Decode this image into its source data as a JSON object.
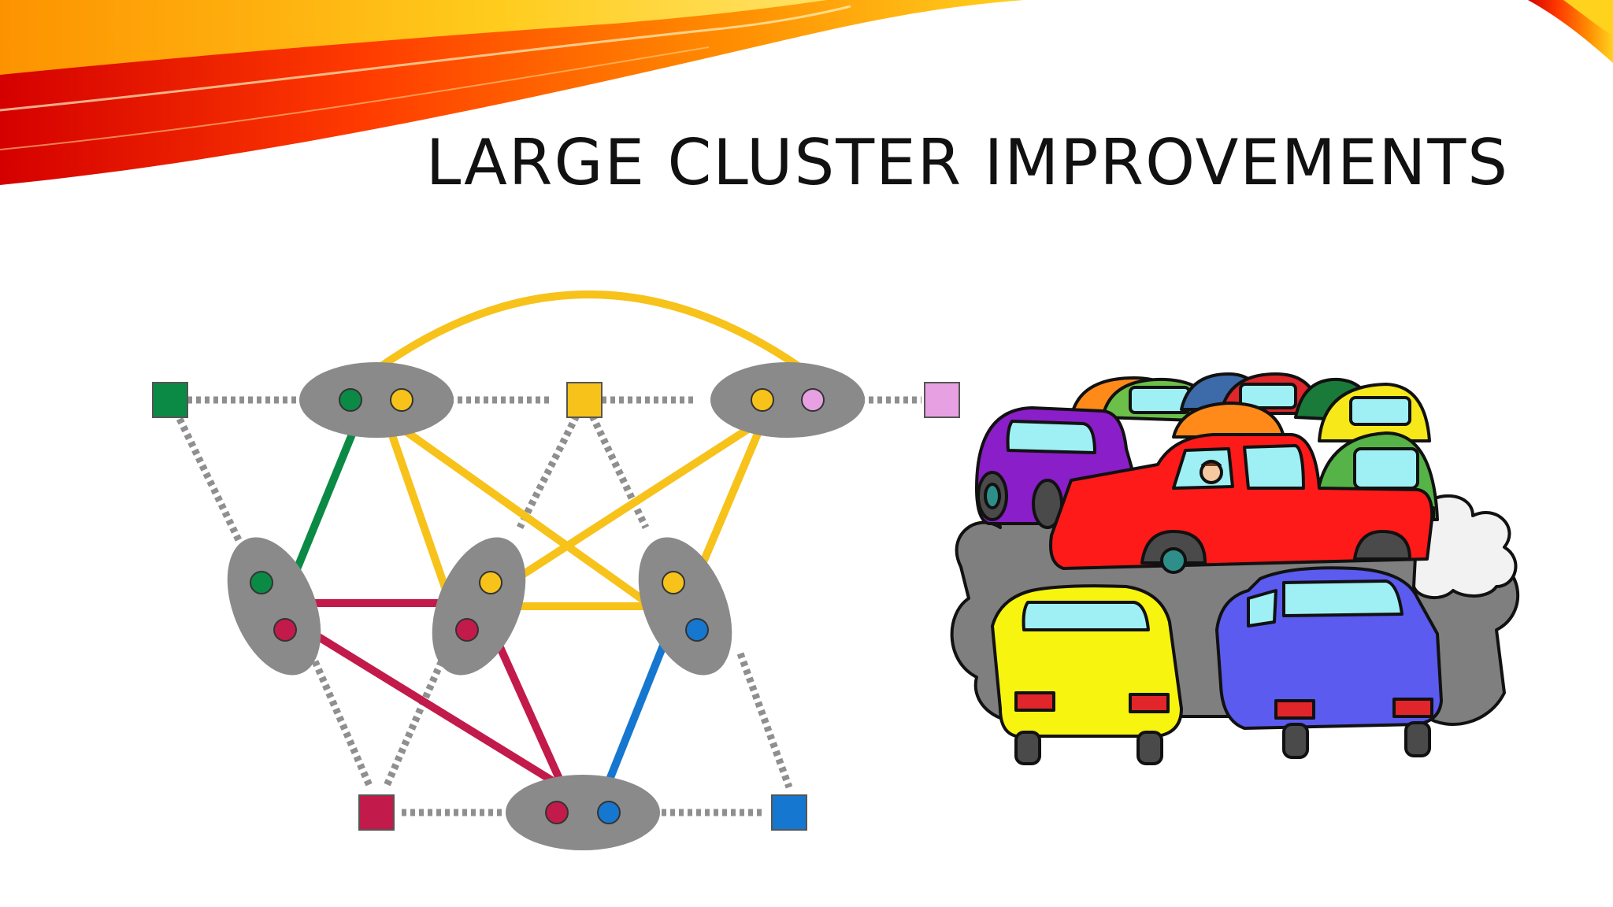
{
  "slide": {
    "title": "LARGE CLUSTER IMPROVEMENTS"
  },
  "theme": {
    "swoosh_colors": [
      "#d40000",
      "#ff5a00",
      "#ff9a00",
      "#ffd21e"
    ],
    "background": "#ffffff",
    "node_gray": "#8a8a8a"
  },
  "network_diagram": {
    "node_colors": {
      "green": "#0b8a45",
      "yellow": "#f7c21a",
      "pink": "#e7a1e3",
      "crimson": "#c21a4a",
      "blue": "#1677d0"
    },
    "server_node_count": 6,
    "terminal_node_count": 5
  },
  "illustration": {
    "subject": "traffic-jam-cartoon",
    "car_colors": [
      "#8a1ec8",
      "#ff1a1a",
      "#f7f40f",
      "#5b5bf0",
      "#45a345",
      "#ff8a1a"
    ]
  }
}
